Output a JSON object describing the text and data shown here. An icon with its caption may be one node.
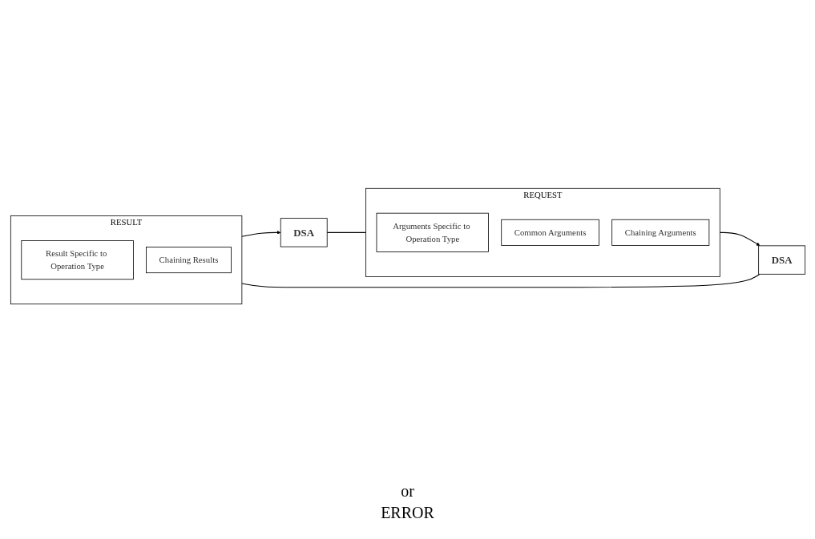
{
  "diagram": {
    "nodes": [
      {
        "text": [
          "DSA"
        ]
      },
      {
        "text": [
          "REQUEST"
        ]
      },
      {
        "text": [
          "Arguments Specific to Operation Type"
        ],
        "in": 1
      },
      {
        "text": [
          "Common Arguments"
        ],
        "in": 1
      },
      {
        "text": [
          "Chaining Arguments"
        ],
        "in": 1
      },
      {
        "text": [
          "DSA"
        ]
      },
      {
        "text": [
          "RESULT"
        ]
      },
      {
        "text": [
          "Result Specific to Operation Type"
        ],
        "in": 6
      },
      {
        "text": [
          "Chaining Results"
        ],
        "in": 6
      }
    ],
    "edges": [
      {
        "from": 0,
        "to": 1,
        "arrow": "none"
      },
      {
        "from": 1,
        "to": 5,
        "arrow": "to"
      },
      {
        "from": 5,
        "to": 6,
        "arrow": "none"
      },
      {
        "from": 6,
        "to": 0,
        "arrow": "to"
      }
    ],
    "labels": [
      "or",
      "ERROR"
    ]
  }
}
